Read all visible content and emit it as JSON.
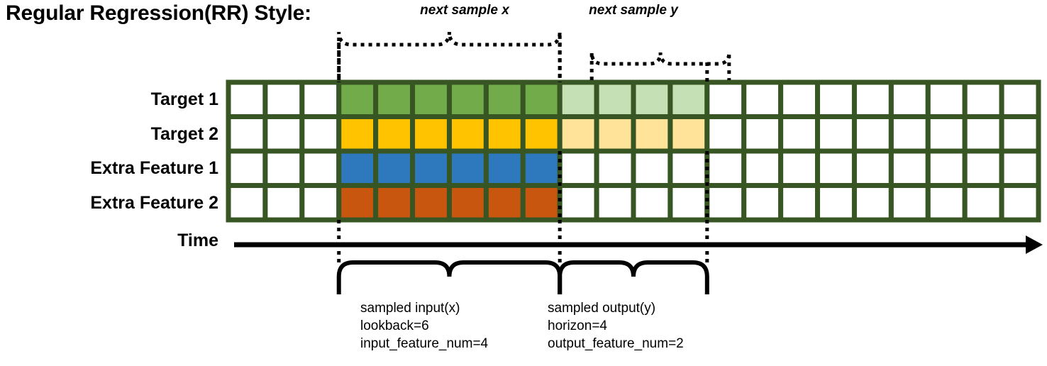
{
  "title": "Regular Regression(RR) Style:",
  "annotations": {
    "next_sample_x": "next sample x",
    "next_sample_y": "next sample y"
  },
  "axis": {
    "time_label": "Time"
  },
  "rows": [
    {
      "label": "Target 1",
      "kind": "target",
      "solid_color": "#72ab4a",
      "faded_color": "#c5e0b4",
      "has_output": true
    },
    {
      "label": "Target 2",
      "kind": "target",
      "solid_color": "#ffc300",
      "faded_color": "#ffe399",
      "has_output": true
    },
    {
      "label": "Extra Feature 1",
      "kind": "extra-feature",
      "solid_color": "#2e79bd",
      "faded_color": "#ffffff",
      "has_output": false
    },
    {
      "label": "Extra Feature 2",
      "kind": "extra-feature",
      "solid_color": "#c8560f",
      "faded_color": "#ffffff",
      "has_output": false
    }
  ],
  "grid": {
    "total_columns": 22,
    "lead_blank_columns": 3,
    "input_columns": 6,
    "output_columns": 4,
    "trail_blank_columns": 9,
    "border_color": "#375623",
    "cell_blank_color": "#ffffff"
  },
  "captions": {
    "input": {
      "line1": "sampled input(x)",
      "line2": "lookback=6",
      "line3": "input_feature_num=4"
    },
    "output": {
      "line1": "sampled output(y)",
      "line2": "horizon=4",
      "line3": "output_feature_num=2"
    }
  },
  "colors": {
    "grid_border": "#375623",
    "ink": "#000000",
    "target1_solid": "#72ab4a",
    "target1_faded": "#c5e0b4",
    "target2_solid": "#ffc300",
    "target2_faded": "#ffe399",
    "feature1_solid": "#2e79bd",
    "feature2_solid": "#c8560f"
  }
}
